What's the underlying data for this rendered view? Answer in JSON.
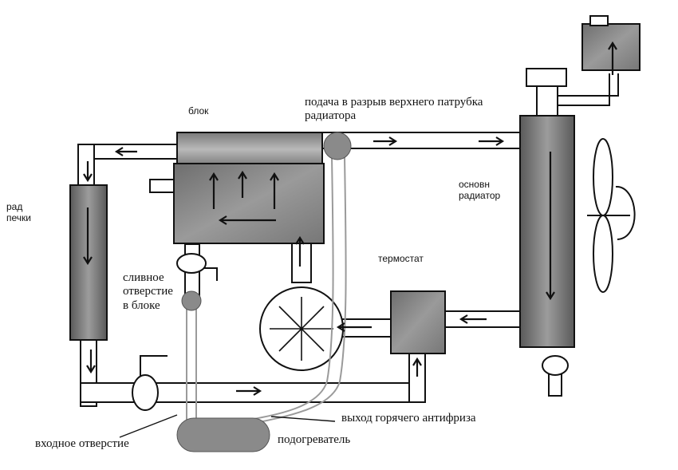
{
  "labels": {
    "block": "блок",
    "top_feed": "подача в разрыв верхнего патрубка\nрадиатора",
    "heater_core": "рад\nпечки",
    "main_radiator": "основн\nрадиатор",
    "thermostat": "термостат",
    "drain_hole": "сливное\nотверстие\nв блоке",
    "hot_outlet": "выход горячего антифриза",
    "inlet": "входное отверстие",
    "preheater": "подогреватель"
  },
  "colors": {
    "ink": "#111111",
    "pipe_fill": "#ffffff",
    "component_fill": "#8e8e8e",
    "dark_fill": "#5a5a5a",
    "connector_gray": "#9a9a9a"
  }
}
